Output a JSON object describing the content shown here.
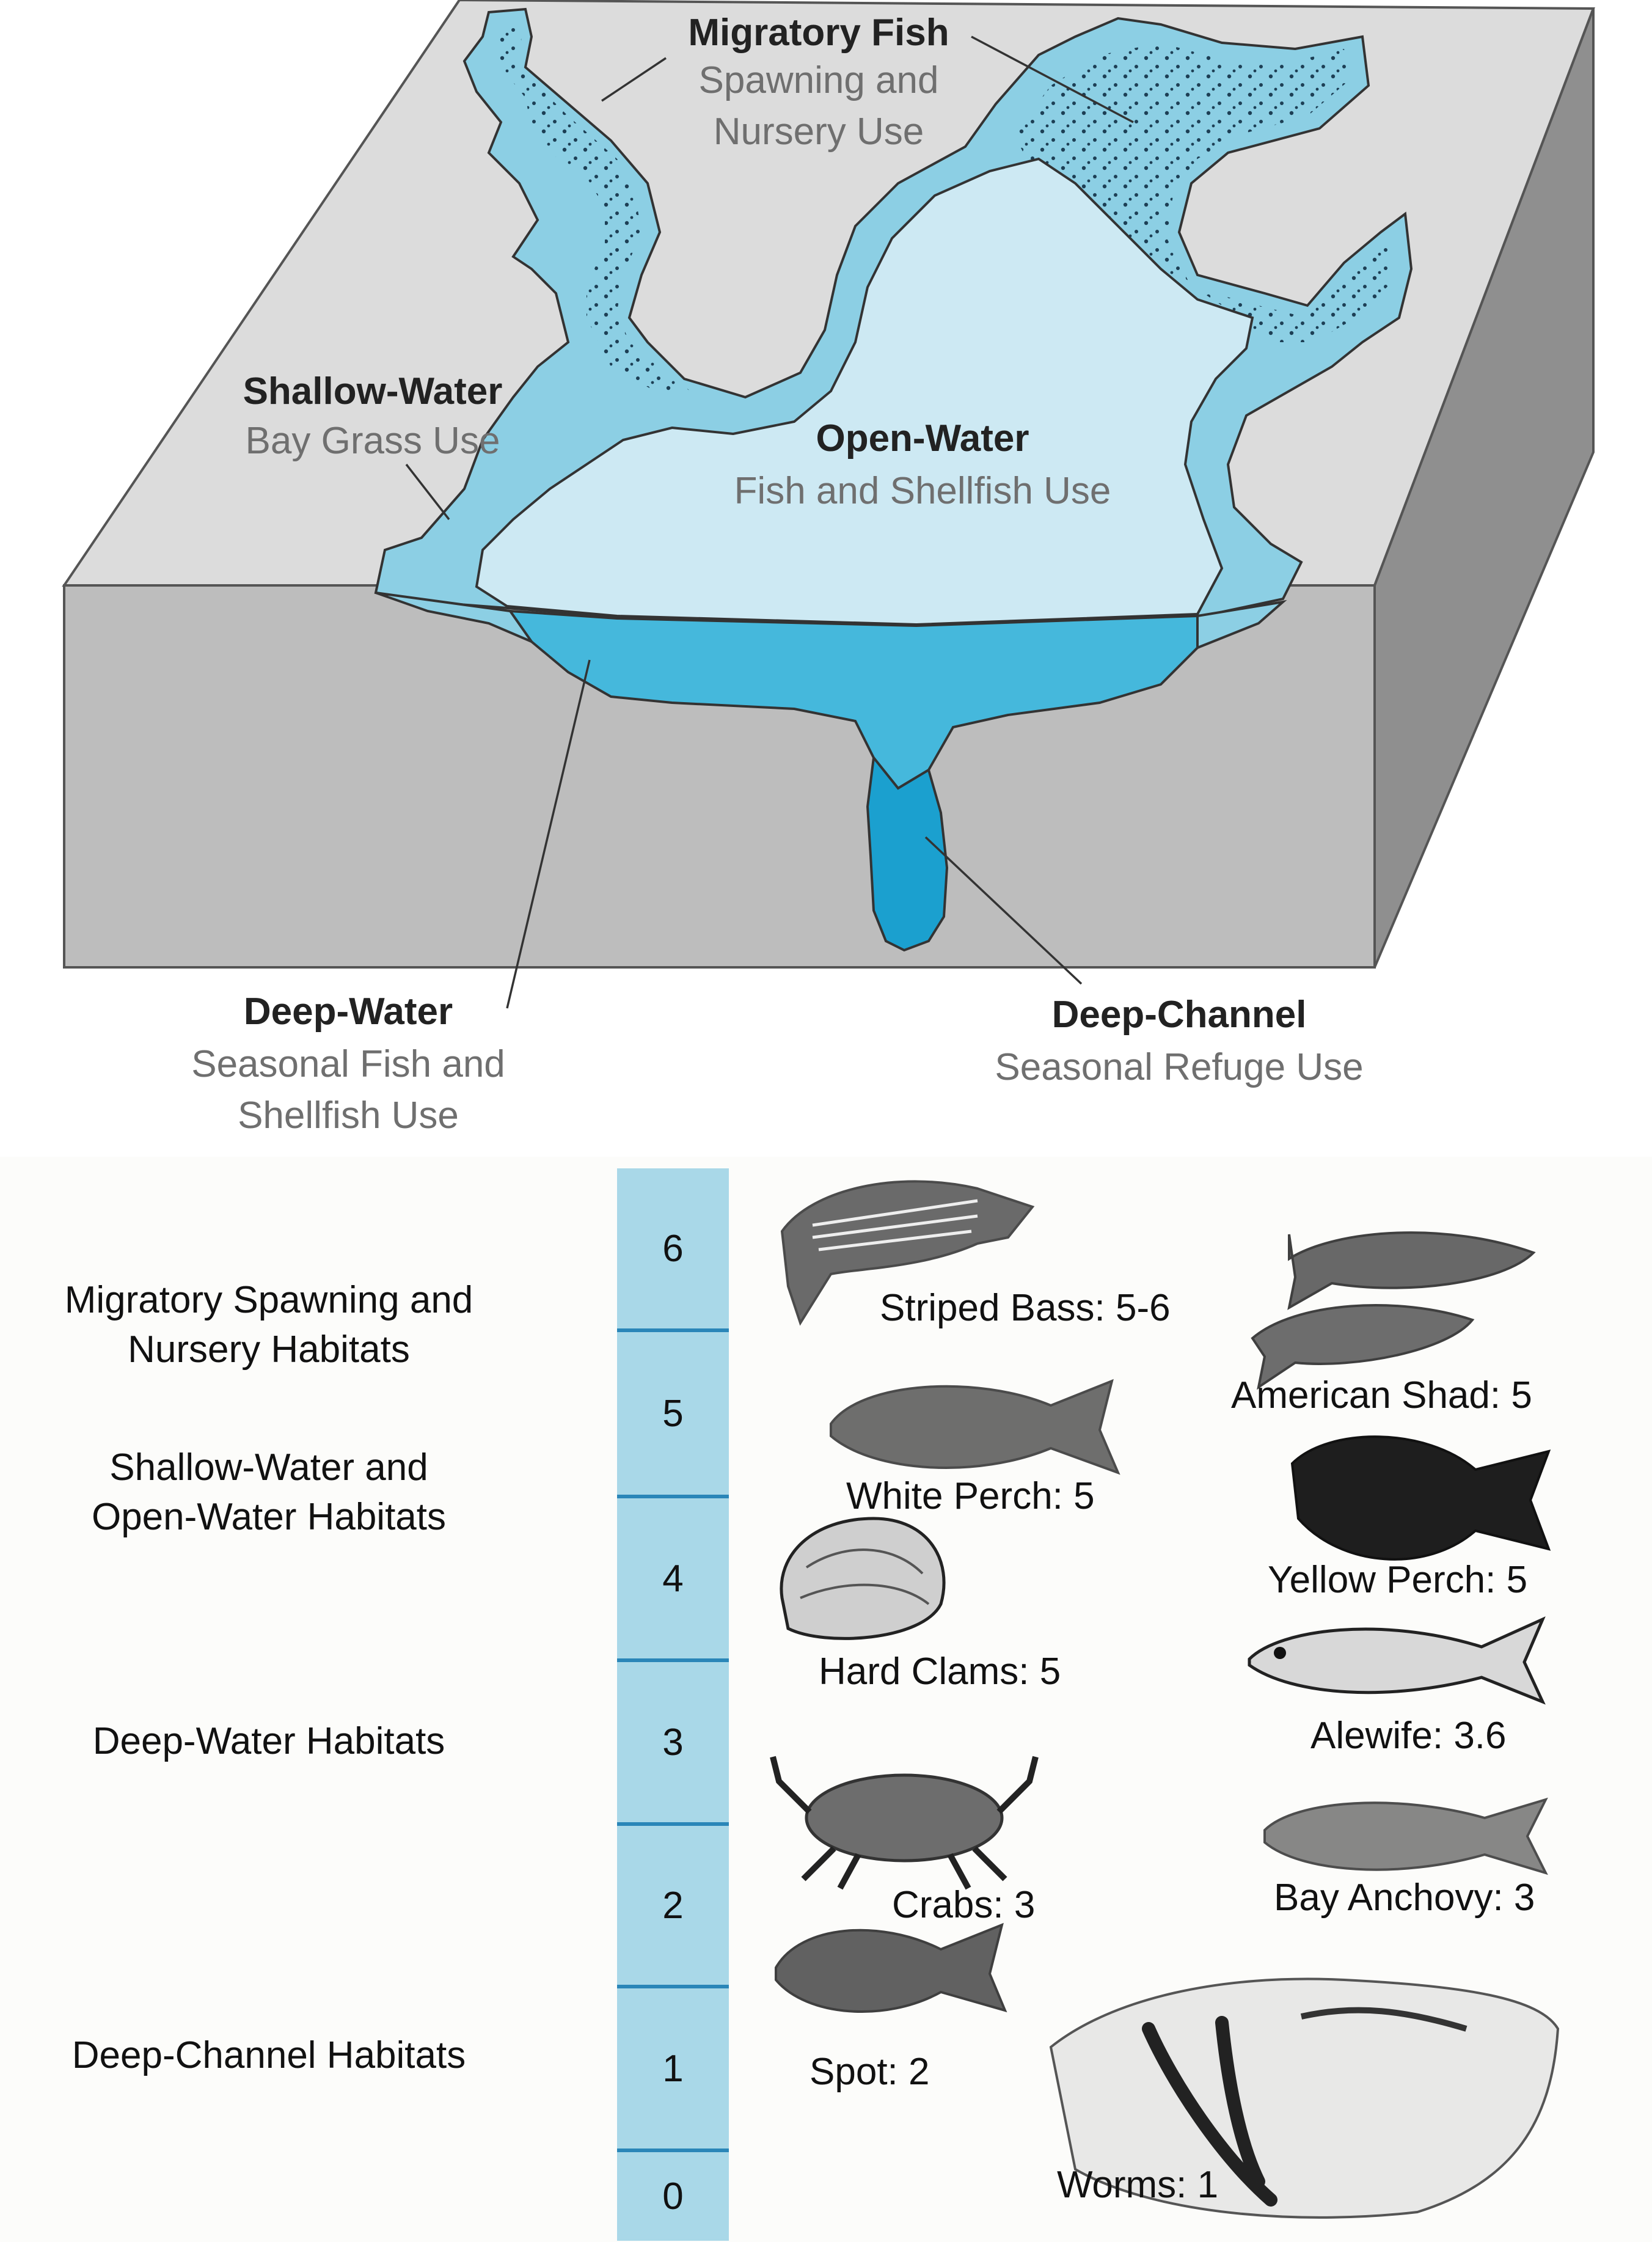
{
  "block_diagram": {
    "colors": {
      "land_top": "#dcdcdc",
      "block_front": "#bdbdbd",
      "block_side": "#8f8f8f",
      "shallow_water": "#8ccfe4",
      "open_water": "#cde9f3",
      "deep_water": "#45b8dc",
      "deep_channel": "#1ba0cf"
    },
    "zones": [
      {
        "id": "migratory",
        "title": "Migratory Fish",
        "subtitle": "Spawning and\nNursery Use"
      },
      {
        "id": "shallow",
        "title": "Shallow-Water",
        "subtitle": "Bay Grass Use"
      },
      {
        "id": "open",
        "title": "Open-Water",
        "subtitle": "Fish and Shellfish Use"
      },
      {
        "id": "deep",
        "title": "Deep-Water",
        "subtitle": "Seasonal Fish and\nShellfish Use"
      },
      {
        "id": "channel",
        "title": "Deep-Channel",
        "subtitle": "Seasonal Refuge Use"
      }
    ]
  },
  "habitats": [
    {
      "label": "Migratory Spawning and\nNursery Habitats"
    },
    {
      "label": "Shallow-Water and\nOpen-Water Habitats"
    },
    {
      "label": "Deep-Water Habitats"
    },
    {
      "label": "Deep-Channel Habitats"
    }
  ],
  "scale": {
    "fill": "#a9d8e8",
    "line": "#2a86b8",
    "ticks": [
      "6",
      "5",
      "4",
      "3",
      "2",
      "1",
      "0"
    ]
  },
  "species": [
    {
      "label": "Striped Bass: 5-6",
      "icon": "fish-icon"
    },
    {
      "label": "American Shad: 5",
      "icon": "fish-icon"
    },
    {
      "label": "White Perch: 5",
      "icon": "fish-icon"
    },
    {
      "label": "Yellow Perch: 5",
      "icon": "fish-icon"
    },
    {
      "label": "Hard Clams: 5",
      "icon": "clam-icon"
    },
    {
      "label": "Alewife: 3.6",
      "icon": "fish-icon"
    },
    {
      "label": "Crabs: 3",
      "icon": "crab-icon"
    },
    {
      "label": "Bay Anchovy: 3",
      "icon": "fish-icon"
    },
    {
      "label": "Spot: 2",
      "icon": "fish-icon"
    },
    {
      "label": "Worms: 1",
      "icon": "worm-icon"
    }
  ]
}
